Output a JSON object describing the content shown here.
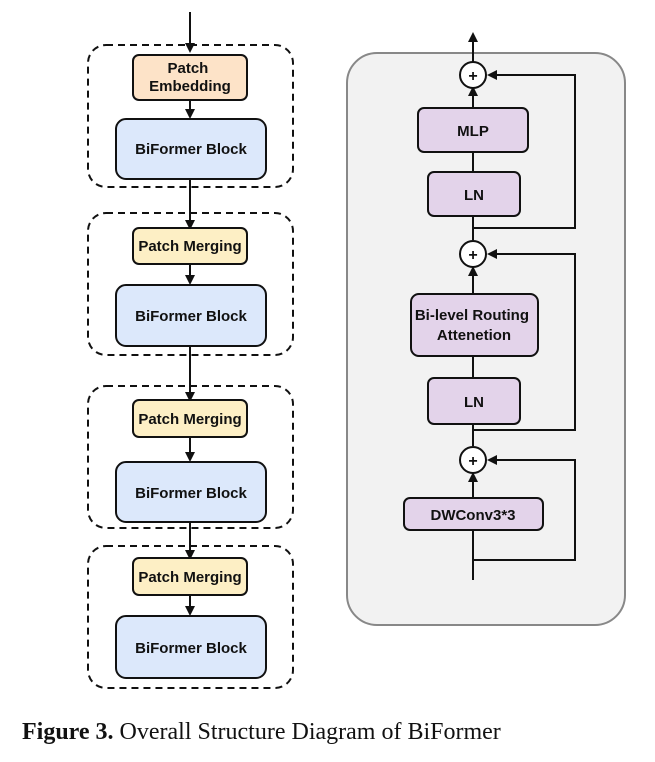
{
  "left_column": {
    "stage1": {
      "top": "Patch\nEmbedding",
      "bottom": "BiFormer Block"
    },
    "stage2": {
      "top": "Patch Merging",
      "bottom": "BiFormer Block"
    },
    "stage3": {
      "top": "Patch Merging",
      "bottom": "BiFormer Block"
    },
    "stage4": {
      "top": "Patch Merging",
      "bottom": "BiFormer Block"
    }
  },
  "block_detail": {
    "mlp": "MLP",
    "ln_top": "LN",
    "attention": "Bi-level Routing\nAttenetion",
    "ln_bottom": "LN",
    "dwconv": "DWConv3*3",
    "add_symbol": "+"
  },
  "caption": {
    "label": "Figure 3.",
    "text": " Overall Structure Diagram of BiFormer"
  },
  "colors": {
    "embed_fill": "#fde3c8",
    "merge_fill": "#fdefc5",
    "block_fill": "#dce8fb",
    "detail_fill": "#e3d3ea",
    "panel_fill": "#f2f2f2",
    "stroke": "#111111"
  }
}
